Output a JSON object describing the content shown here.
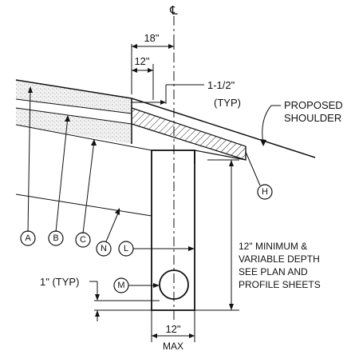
{
  "centerline_symbol": "℄",
  "dimensions": {
    "width_18": "18\"",
    "width_12_top": "12\"",
    "width_12_bottom": "12\"",
    "max": "MAX",
    "typ_1_half_line1": "1-1/2\"",
    "typ_1_half_line2": "(TYP)",
    "typ_1": "1\" (TYP)"
  },
  "notes": {
    "proposed_shoulder": [
      "PROPOSED",
      "SHOULDER"
    ],
    "depth_note": [
      "12\" MINIMUM &",
      "VARIABLE DEPTH",
      "SEE PLAN AND",
      "PROFILE SHEETS"
    ]
  },
  "callouts": {
    "A": "A",
    "B": "B",
    "C": "C",
    "N": "N",
    "L": "L",
    "M": "M",
    "H": "H"
  }
}
